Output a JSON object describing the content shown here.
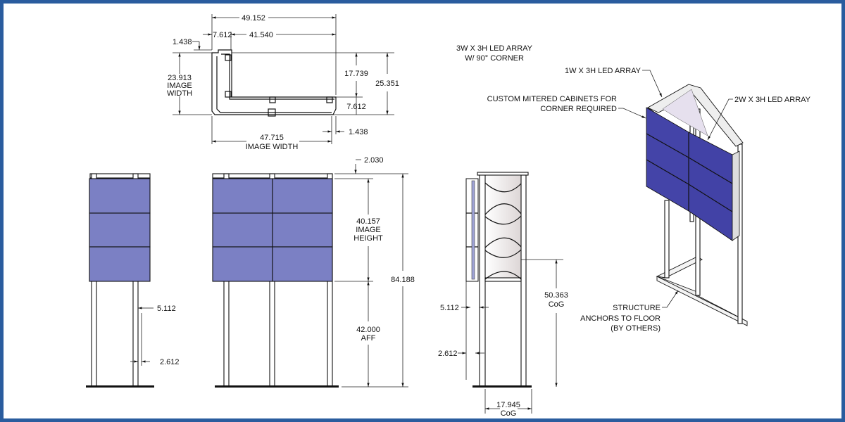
{
  "plan_view": {
    "overall_width": "49.152",
    "left_offset": "7.612",
    "inner_width": "41.540",
    "top_gap": "1.438",
    "side_image_width_value": "23.913",
    "side_image_width_label_1": "IMAGE",
    "side_image_width_label_2": "WIDTH",
    "inner_depth": "17.739",
    "overall_depth": "25.351",
    "bottom_offset": "7.612",
    "right_gap": "1.438",
    "image_width_value": "47.715",
    "image_width_label": "IMAGE WIDTH"
  },
  "front_view": {
    "top_gap": "2.030",
    "image_height_value": "40.157",
    "image_height_label_1": "IMAGE",
    "image_height_label_2": "HEIGHT",
    "overall_height": "84.188",
    "aff_value": "42.000",
    "aff_label": "AFF",
    "post_offset": "5.112",
    "post_width": "2.612"
  },
  "side_view": {
    "post_offset": "5.112",
    "post_width": "2.612",
    "cog_height_value": "50.363",
    "cog_height_label": "CoG",
    "cog_depth_value": "17.945",
    "cog_depth_label": "CoG"
  },
  "isometric": {
    "title_line_1": "3W X 3H  LED ARRAY",
    "title_line_2": "W/ 90° CORNER",
    "callout_1w": "1W X 3H LED ARRAY",
    "callout_mitered_1": "CUSTOM MITERED CABINETS FOR",
    "callout_mitered_2": "CORNER REQUIRED",
    "callout_2w": "2W X 3H LED ARRAY",
    "callout_anchor_1": "STRUCTURE",
    "callout_anchor_2": "ANCHORS TO FLOOR",
    "callout_anchor_3": "(BY OTHERS)"
  },
  "colors": {
    "border": "#2a5c9e",
    "led_panel": "#7b80c4",
    "led_panel_iso": "#4444a8"
  }
}
